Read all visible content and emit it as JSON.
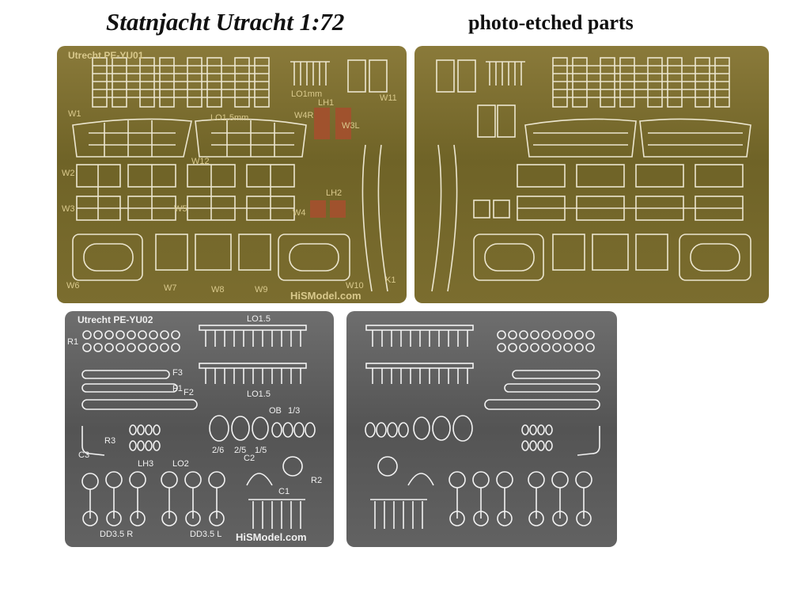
{
  "title": "Statnjacht Utracht 1:72",
  "subtitle": "photo-etched parts",
  "colors": {
    "brass": "#7a6c30",
    "steel": "#5c5c5c",
    "etched_line": "#ece6cf",
    "steel_line": "#f2f2f2"
  },
  "brass_sheet": {
    "name": "Utrecht PE-YU01",
    "brand": "HiSModel.com",
    "labels": [
      "W1",
      "W2",
      "W3",
      "W4",
      "W5",
      "W6",
      "W7",
      "W8",
      "W9",
      "W10",
      "W11",
      "W12",
      "K1",
      "LO1mm",
      "LO1.5mm",
      "LH1",
      "LH2",
      "W3L",
      "W4R"
    ]
  },
  "steel_sheet": {
    "name": "Utrecht PE-YU02",
    "brand": "HiSModel.com",
    "labels": [
      "R1",
      "LO1.5",
      "LO1.5",
      "F3",
      "F1",
      "F2",
      "OB",
      "1/3",
      "R3",
      "C3",
      "LH3",
      "LO2",
      "2/6",
      "2/5",
      "1/5",
      "C2",
      "R2",
      "C1",
      "DD3.5 R",
      "DD3.5 L"
    ]
  }
}
